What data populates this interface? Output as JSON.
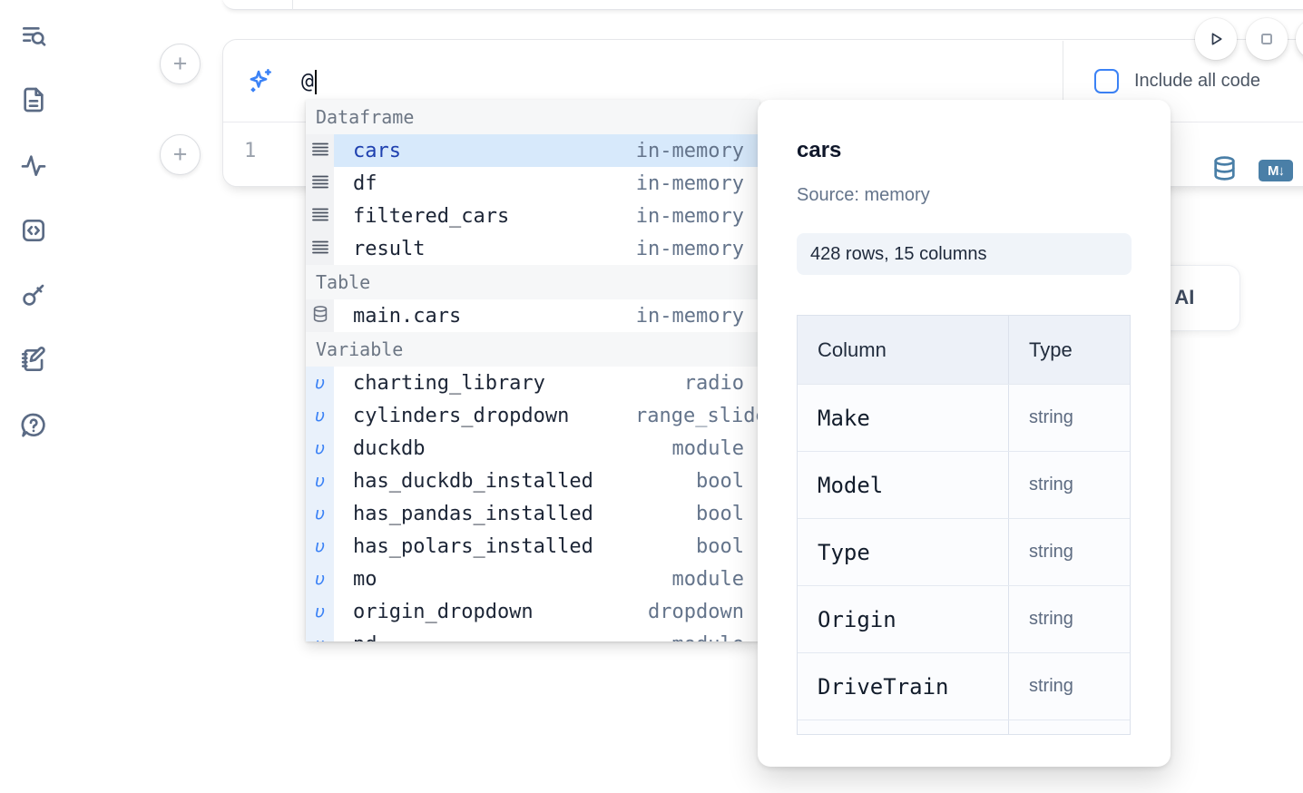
{
  "colors": {
    "accent_blue": "#3b82f6",
    "steel_blue": "#4a7fa7",
    "selected_row_bg": "#d7e9fb",
    "selected_row_text": "#1e40af",
    "muted_text": "#64748b"
  },
  "sidebar": {
    "items": [
      {
        "icon": "list-search-icon"
      },
      {
        "icon": "file-text-icon"
      },
      {
        "icon": "activity-icon"
      },
      {
        "icon": "code-square-icon"
      },
      {
        "icon": "key-icon"
      },
      {
        "icon": "notebook-pen-icon"
      },
      {
        "icon": "help-chat-icon"
      }
    ]
  },
  "ai_prompt": {
    "input_value": "@",
    "include_all_code_label": "Include all code",
    "include_all_code_checked": false
  },
  "cell": {
    "line_number": "1"
  },
  "autocomplete": {
    "sections": [
      {
        "label": "Dataframe",
        "kind": "dataframe",
        "items": [
          {
            "name": "cars",
            "type": "in-memory",
            "selected": true
          },
          {
            "name": "df",
            "type": "in-memory"
          },
          {
            "name": "filtered_cars",
            "type": "in-memory"
          },
          {
            "name": "result",
            "type": "in-memory"
          }
        ]
      },
      {
        "label": "Table",
        "kind": "table",
        "items": [
          {
            "name": "main.cars",
            "type": "in-memory"
          }
        ]
      },
      {
        "label": "Variable",
        "kind": "variable",
        "items": [
          {
            "name": "charting_library",
            "type": "radio"
          },
          {
            "name": "cylinders_dropdown",
            "type": "range_slider"
          },
          {
            "name": "duckdb",
            "type": "module"
          },
          {
            "name": "has_duckdb_installed",
            "type": "bool"
          },
          {
            "name": "has_pandas_installed",
            "type": "bool"
          },
          {
            "name": "has_polars_installed",
            "type": "bool"
          },
          {
            "name": "mo",
            "type": "module"
          },
          {
            "name": "origin_dropdown",
            "type": "dropdown"
          },
          {
            "name": "pd",
            "type": "module"
          }
        ]
      }
    ]
  },
  "popup": {
    "title": "cars",
    "source": "Source: memory",
    "shape": "428 rows, 15 columns",
    "table": {
      "headers": [
        "Column",
        "Type"
      ],
      "rows": [
        {
          "column": "Make",
          "type": "string"
        },
        {
          "column": "Model",
          "type": "string"
        },
        {
          "column": "Type",
          "type": "string"
        },
        {
          "column": "Origin",
          "type": "string"
        },
        {
          "column": "DriveTrain",
          "type": "string"
        }
      ]
    }
  },
  "partial_ai_button": {
    "visible_text": "l AI"
  }
}
